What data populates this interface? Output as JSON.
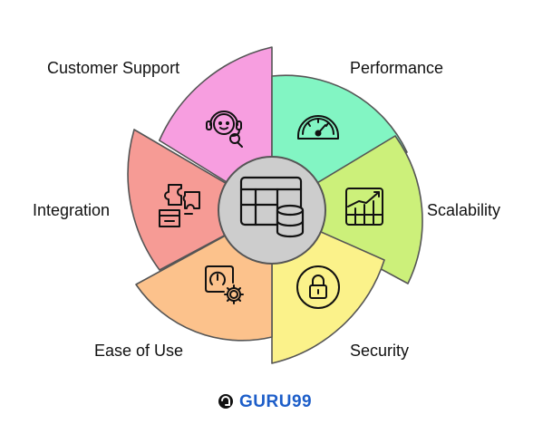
{
  "segments": [
    {
      "label": "Customer Support",
      "icon": "headset-support-icon",
      "color": "#f79ee0"
    },
    {
      "label": "Performance",
      "icon": "speedometer-icon",
      "color": "#82f5c3"
    },
    {
      "label": "Scalability",
      "icon": "growth-chart-icon",
      "color": "#ccf07a"
    },
    {
      "label": "Security",
      "icon": "padlock-icon",
      "color": "#fbf28a"
    },
    {
      "label": "Ease of Use",
      "icon": "settings-gear-icon",
      "color": "#fcc28c"
    },
    {
      "label": "Integration",
      "icon": "puzzle-pieces-icon",
      "color": "#f69b95"
    }
  ],
  "center": {
    "icon": "database-table-icon",
    "color": "#cdcdcd"
  },
  "brand": {
    "name": "GURU99",
    "color": "#1d5ec9"
  }
}
